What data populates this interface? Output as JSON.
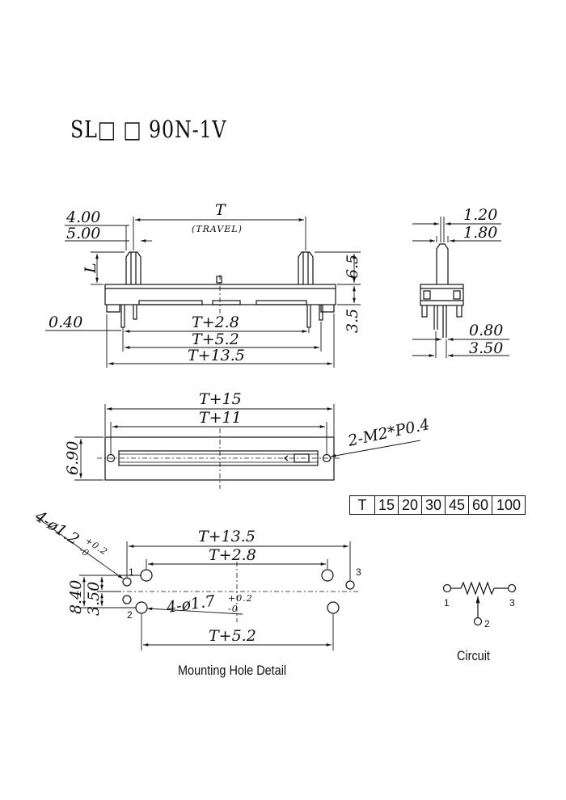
{
  "title": "SL□ □ 90N-1V",
  "side_view": {
    "dim_4_00": "4.00",
    "dim_5_00": "5.00",
    "dim_T": "T",
    "dim_travel": "(TRAVEL)",
    "dim_L": "L",
    "dim_6_5": "6.5",
    "dim_3_5": "3.5",
    "dim_0_40": "0.40",
    "dim_T_2_8": "T+2.8",
    "dim_T_5_2": "T+5.2",
    "dim_T_13_5": "T+13.5"
  },
  "end_view": {
    "dim_1_20": "1.20",
    "dim_1_80": "1.80",
    "dim_0_80": "0.80",
    "dim_3_50": "3.50"
  },
  "top_view": {
    "dim_T_15": "T+15",
    "dim_T_11": "T+11",
    "dim_6_90": "6.90",
    "screw_note": "2-M2*P0.4"
  },
  "travel_table": {
    "header": "T",
    "values": [
      "15",
      "20",
      "30",
      "45",
      "60",
      "100"
    ]
  },
  "mounting": {
    "hole_small": "4-ø1.2",
    "hole_small_tol_plus": "+0.2",
    "hole_small_tol_minus": "-0",
    "hole_large": "4-ø1.7",
    "hole_large_tol_plus": "+0.2",
    "hole_large_tol_minus": "-0",
    "dim_T_13_5": "T+13.5",
    "dim_T_2_8": "T+2.8",
    "dim_T_5_2": "T+5.2",
    "dim_8_40": "8.40",
    "dim_3_50": "3.50",
    "pin_1": "1",
    "pin_2": "2",
    "pin_3": "3",
    "caption": "Mounting Hole Detail"
  },
  "circuit": {
    "pin_1": "1",
    "pin_2": "2",
    "pin_3": "3",
    "caption": "Circuit"
  }
}
